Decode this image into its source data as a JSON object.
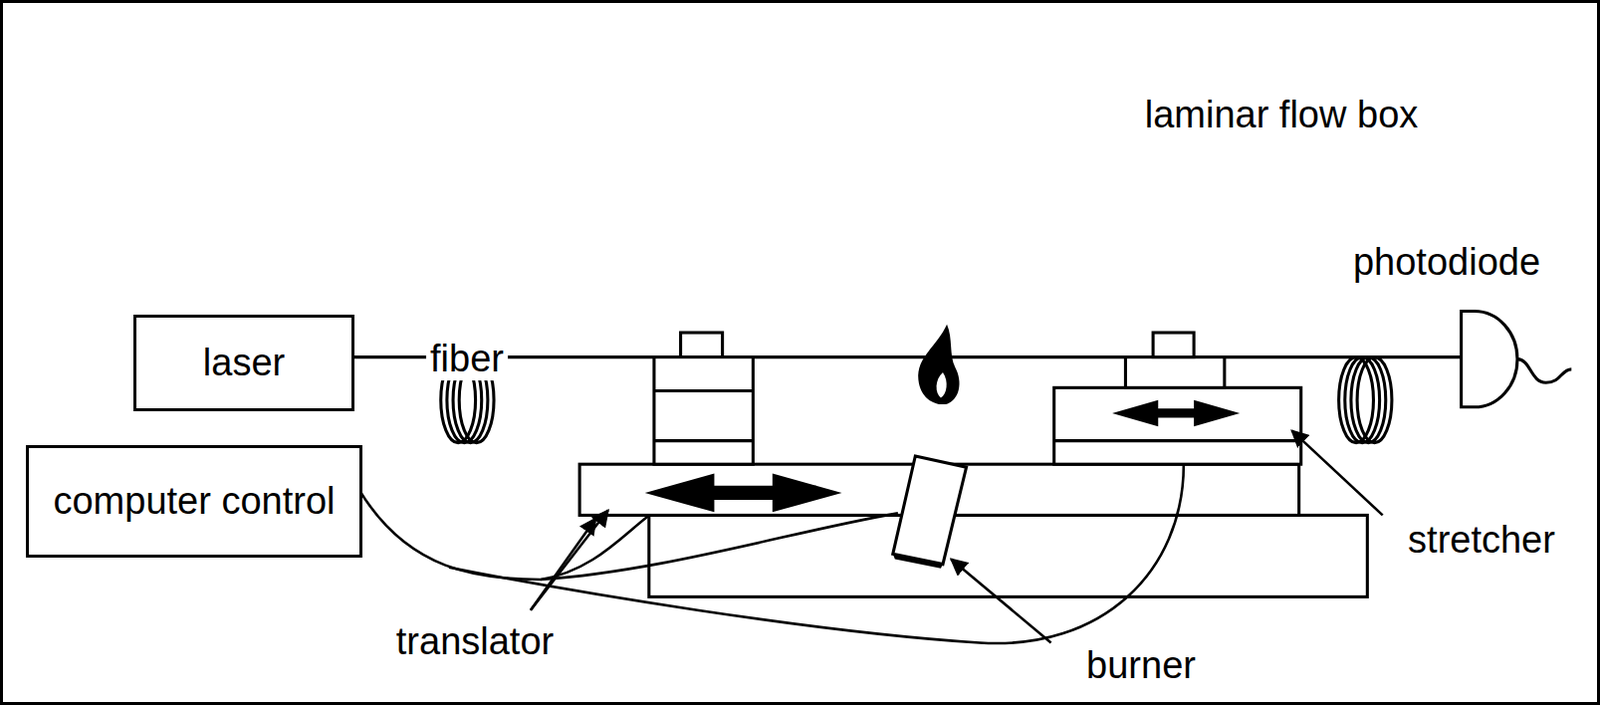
{
  "diagram": {
    "nodes": [
      {
        "text": [
          "laminar flow box"
        ]
      },
      {
        "text": [
          "laser"
        ],
        "in": 0
      },
      {
        "text": [
          "computer control"
        ],
        "in": 0
      }
    ],
    "labels": [
      "fiber",
      "photodiode",
      "translator",
      "burner",
      "stretcher"
    ]
  }
}
